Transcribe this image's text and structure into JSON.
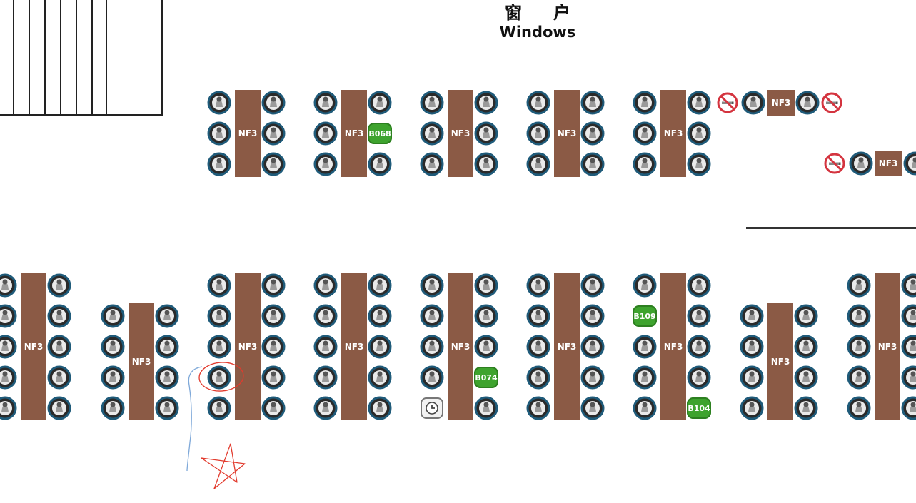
{
  "header": {
    "title_cn": "窗户",
    "title_en": "Windows"
  },
  "colors": {
    "table": "#8b5a45",
    "booked": "#3ea32e",
    "seat_ring": "#1f5b7a",
    "annotation_red": "#e23b2e",
    "annotation_blue": "#7fa9d9"
  },
  "tables": [
    {
      "label": "NF3"
    },
    {
      "label": "NF3"
    },
    {
      "label": "NF3"
    },
    {
      "label": "NF3"
    },
    {
      "label": "NF3"
    },
    {
      "label": "NF3"
    },
    {
      "label": "NF3"
    },
    {
      "label": "NF3"
    },
    {
      "label": "NF3"
    },
    {
      "label": "NF3"
    },
    {
      "label": "NF3"
    },
    {
      "label": "NF3"
    },
    {
      "label": "NF3"
    },
    {
      "label": "NF3"
    },
    {
      "label": "NF3"
    },
    {
      "label": "NF3"
    }
  ],
  "booked_seats": [
    {
      "id": "B068"
    },
    {
      "id": "B109"
    },
    {
      "id": "B074"
    },
    {
      "id": "B104"
    }
  ],
  "icons": {
    "seat": "seat-icon",
    "clock": "clock-icon",
    "no_smoking": "no-smoking-icon"
  }
}
